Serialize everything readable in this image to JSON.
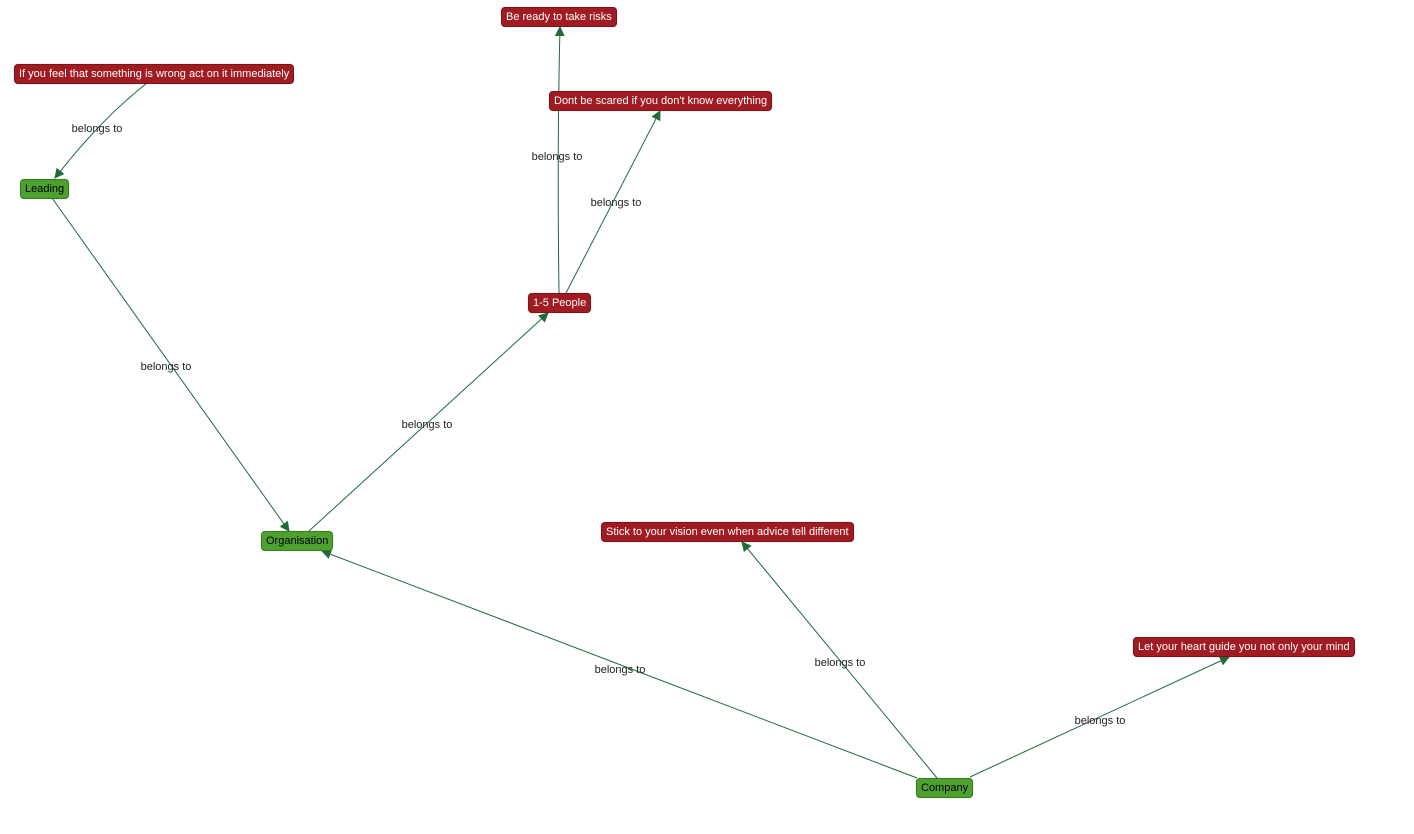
{
  "colors": {
    "concept_node": "#4ea12e",
    "advice_node": "#a11b22",
    "edge": "#1f6b3a"
  },
  "nodes": {
    "leading": "Leading",
    "organisation": "Organisation",
    "company": "Company",
    "one_to_five_people": "1-5 People",
    "be_ready": "Be ready to take risks",
    "dont_be_scared": "Dont be scared if you don't know everything",
    "feel_wrong": "If you feel that something is wrong act on it immediately",
    "stick_to_vision": "Stick to your vision even when advice tell different",
    "heart_guide": "Let your heart guide you not only your mind"
  },
  "edges": [
    {
      "from": "feel_wrong",
      "to": "leading",
      "label": "belongs to"
    },
    {
      "from": "leading",
      "to": "organisation",
      "label": "belongs to"
    },
    {
      "from": "organisation",
      "to": "one_to_five_people",
      "label": "belongs to"
    },
    {
      "from": "one_to_five_people",
      "to": "be_ready",
      "label": "belongs to"
    },
    {
      "from": "one_to_five_people",
      "to": "dont_be_scared",
      "label": "belongs to"
    },
    {
      "from": "company",
      "to": "organisation",
      "label": "belongs to"
    },
    {
      "from": "company",
      "to": "stick_to_vision",
      "label": "belongs to"
    },
    {
      "from": "company",
      "to": "heart_guide",
      "label": "belongs to"
    }
  ]
}
